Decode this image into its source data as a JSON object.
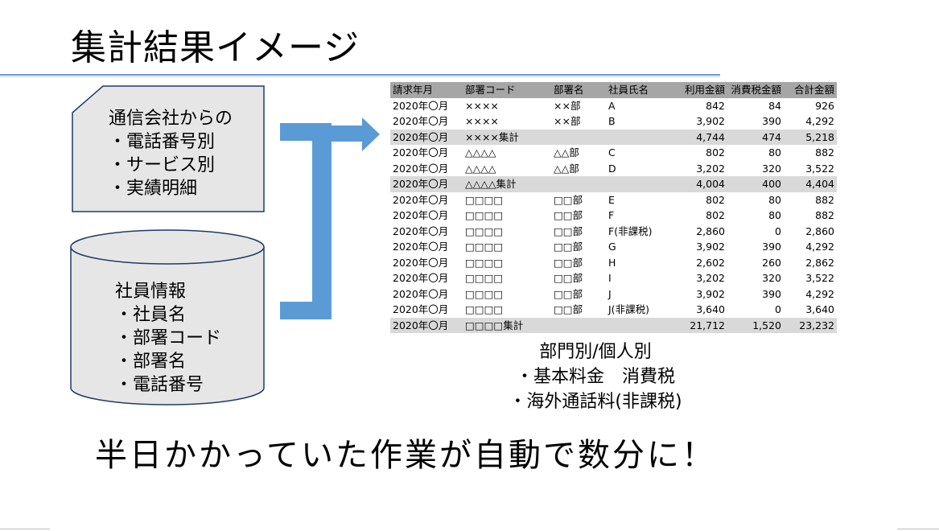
{
  "slide": {
    "title": "集計結果イメージ",
    "document_box": {
      "lines": [
        "通信会社からの",
        "・電話番号別",
        "・サービス別",
        "・実績明細"
      ]
    },
    "database_box": {
      "lines": [
        "社員情報",
        "・社員名",
        "・部署コード",
        "・部署名",
        "・電話番号"
      ]
    },
    "table": {
      "headers": [
        "請求年月",
        "部署コード",
        "部署名",
        "社員氏名",
        "利用金額",
        "消費税金額",
        "合計金額"
      ],
      "rows": [
        {
          "subtotal": false,
          "cells": [
            "2020年〇月",
            "××××",
            "××部",
            "A",
            "842",
            "84",
            "926"
          ]
        },
        {
          "subtotal": false,
          "cells": [
            "2020年〇月",
            "××××",
            "××部",
            "B",
            "3,902",
            "390",
            "4,292"
          ]
        },
        {
          "subtotal": true,
          "cells": [
            "2020年〇月",
            "××××集計",
            "",
            "",
            "4,744",
            "474",
            "5,218"
          ]
        },
        {
          "subtotal": false,
          "cells": [
            "2020年〇月",
            "△△△△",
            "△△部",
            "C",
            "802",
            "80",
            "882"
          ]
        },
        {
          "subtotal": false,
          "cells": [
            "2020年〇月",
            "△△△△",
            "△△部",
            "D",
            "3,202",
            "320",
            "3,522"
          ]
        },
        {
          "subtotal": true,
          "cells": [
            "2020年〇月",
            "△△△△集計",
            "",
            "",
            "4,004",
            "400",
            "4,404"
          ]
        },
        {
          "subtotal": false,
          "cells": [
            "2020年〇月",
            "□□□□",
            "□□部",
            "E",
            "802",
            "80",
            "882"
          ]
        },
        {
          "subtotal": false,
          "cells": [
            "2020年〇月",
            "□□□□",
            "□□部",
            "F",
            "802",
            "80",
            "882"
          ]
        },
        {
          "subtotal": false,
          "cells": [
            "2020年〇月",
            "□□□□",
            "□□部",
            "F(非課税)",
            "2,860",
            "0",
            "2,860"
          ]
        },
        {
          "subtotal": false,
          "cells": [
            "2020年〇月",
            "□□□□",
            "□□部",
            "G",
            "3,902",
            "390",
            "4,292"
          ]
        },
        {
          "subtotal": false,
          "cells": [
            "2020年〇月",
            "□□□□",
            "□□部",
            "H",
            "2,602",
            "260",
            "2,862"
          ]
        },
        {
          "subtotal": false,
          "cells": [
            "2020年〇月",
            "□□□□",
            "□□部",
            "I",
            "3,202",
            "320",
            "3,522"
          ]
        },
        {
          "subtotal": false,
          "cells": [
            "2020年〇月",
            "□□□□",
            "□□部",
            "J",
            "3,902",
            "390",
            "4,292"
          ]
        },
        {
          "subtotal": false,
          "cells": [
            "2020年〇月",
            "□□□□",
            "□□部",
            "J(非課税)",
            "3,640",
            "0",
            "3,640"
          ]
        },
        {
          "subtotal": true,
          "cells": [
            "2020年〇月",
            "□□□□集計",
            "",
            "",
            "21,712",
            "1,520",
            "23,232"
          ]
        }
      ]
    },
    "caption": {
      "lines": [
        "部門別/個人別",
        "・基本料金　消費税",
        "・海外通話料(非課税)"
      ]
    },
    "bottom_message": "半日かかっていた作業が自動で数分に！",
    "colors": {
      "arrow": "#5b9bd5",
      "shape_fill": "#e6e6e6",
      "shape_stroke": "#1f3b66",
      "table_header": "#a6a6a6",
      "table_subtotal": "#d9d9d9"
    }
  }
}
